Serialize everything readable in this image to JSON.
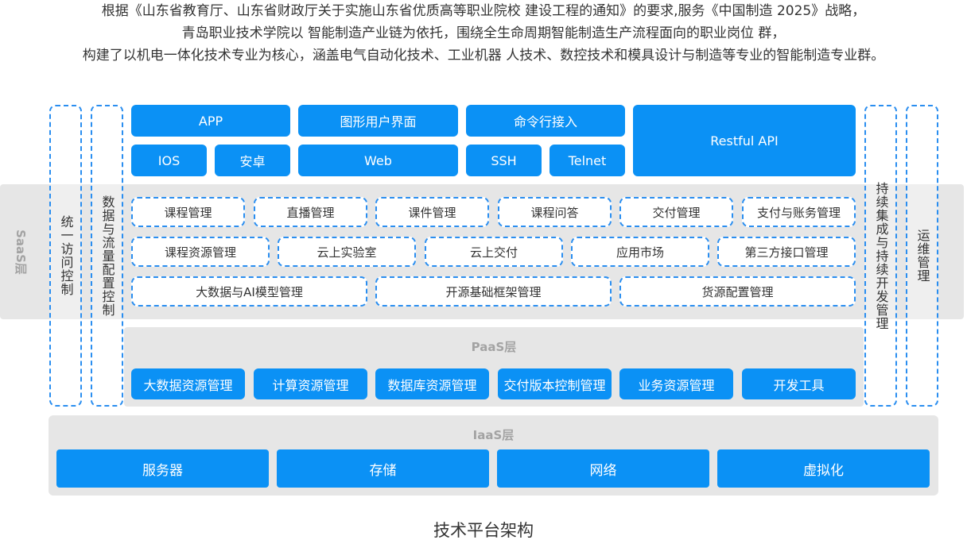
{
  "intro": [
    "根据《山东省教育厅、山东省财政厅关于实施山东省优质高等职业院校 建设工程的通知》的要求,服务《中国制造 2025》战略，",
    "青岛职业技术学院以 智能制造产业链为依托，围绕全生命周期智能制造生产流程面向的职业岗位 群，",
    "构建了以机电一体化技术专业为核心，涵盖电气自动化技术、工业机器 人技术、数控技术和模具设计与制造等专业的智能制造专业群。"
  ],
  "layers": {
    "saas": "SaaS层",
    "paas": "PaaS层",
    "iaas": "IaaS层"
  },
  "side_columns": {
    "left1": "统一访问控制",
    "left2": "数据与流量配置控制",
    "right1": "持续集成与持续开发管理",
    "right2": "运维管理"
  },
  "access": {
    "app": "APP",
    "gui": "图形用户界面",
    "cli": "命令行接入",
    "restful": "Restful API",
    "ios": "IOS",
    "android": "安卓",
    "web": "Web",
    "ssh": "SSH",
    "telnet": "Telnet"
  },
  "saas_modules": {
    "row1": [
      "课程管理",
      "直播管理",
      "课件管理",
      "课程问答",
      "交付管理",
      "支付与账务管理"
    ],
    "row2": [
      "课程资源管理",
      "云上实验室",
      "云上交付",
      "应用市场",
      "第三方接口管理"
    ],
    "row3": [
      "大数据与AI模型管理",
      "开源基础框架管理",
      "货源配置管理"
    ]
  },
  "paas_modules": [
    "大数据资源管理",
    "计算资源管理",
    "数据库资源管理",
    "交付版本控制管理",
    "业务资源管理",
    "开发工具"
  ],
  "iaas_modules": [
    "服务器",
    "存储",
    "网络",
    "虚拟化"
  ],
  "caption": "技术平台架构",
  "colors": {
    "blue": "#0b91f5",
    "dash_border": "#2a8ef0",
    "band": "#e6e6e6",
    "layer_label": "#a3a3a3"
  }
}
